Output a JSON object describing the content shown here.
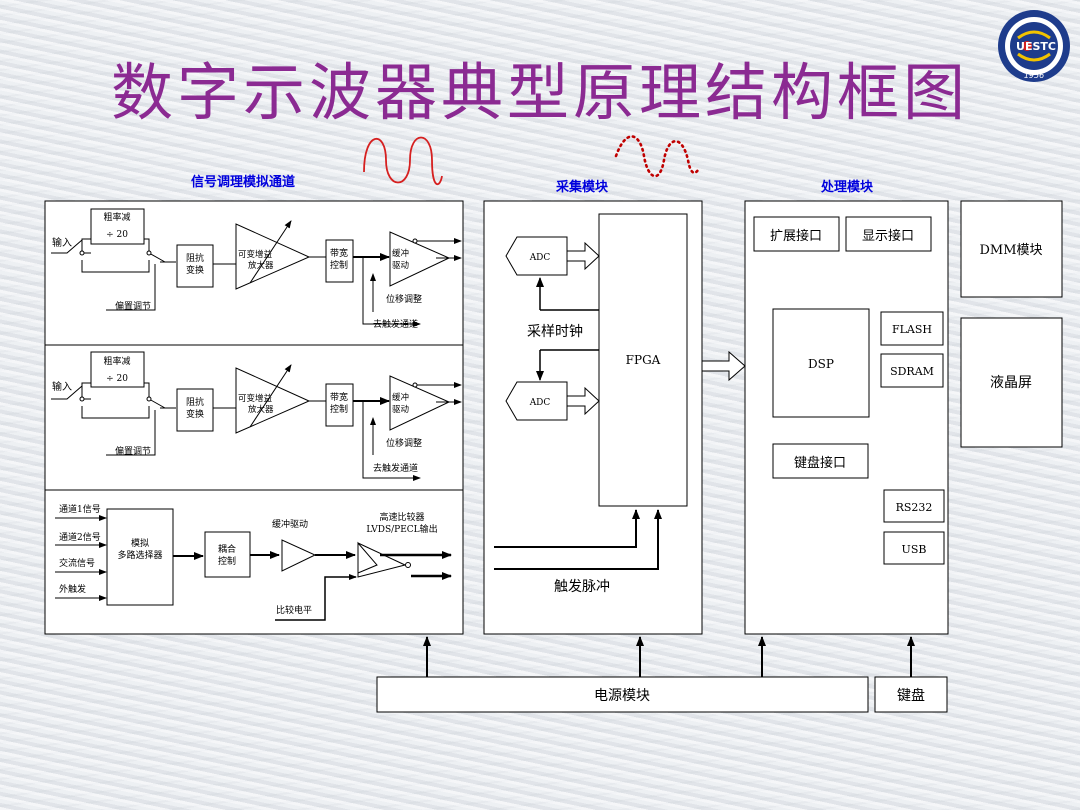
{
  "title": "数字示波器典型原理结构框图",
  "sections": {
    "signal": "信号调理模拟通道",
    "acq": "采集模块",
    "proc": "处理模块"
  },
  "channel": {
    "input": "输入",
    "attenuator": "粗率减",
    "div20": "÷ 20",
    "impedance1": "阻抗",
    "impedance2": "变换",
    "vga1": "可变增益",
    "vga2": "放大器",
    "bw1": "带宽",
    "bw2": "控制",
    "buf1": "缓冲",
    "buf2": "驱动",
    "offset": "偏置调节",
    "position": "位移调整",
    "to_trigger": "去触发通道"
  },
  "trigger": {
    "ch1": "通道1信号",
    "ch2": "通道2信号",
    "ac": "交流信号",
    "ext": "外触发",
    "mux1": "模拟",
    "mux2": "多路选择器",
    "couple1": "耦合",
    "couple2": "控制",
    "buffer": "缓冲驱动",
    "comp1": "高速比较器",
    "comp2": "LVDS/PECL输出",
    "level": "比较电平"
  },
  "acq": {
    "adc": "ADC",
    "clock": "采样时钟",
    "fpga": "FPGA",
    "pulse": "触发脉冲"
  },
  "proc": {
    "expand": "扩展接口",
    "display": "显示接口",
    "dsp": "DSP",
    "flash": "FLASH",
    "sdram": "SDRAM",
    "keyboard_if": "键盘接口",
    "rs232": "RS232",
    "usb": "USB"
  },
  "external": {
    "dmm": "DMM模块",
    "lcd": "液晶屏",
    "power": "电源模块",
    "keyboard": "键盘"
  },
  "logo": {
    "text": "UESTC",
    "year": "1956"
  }
}
